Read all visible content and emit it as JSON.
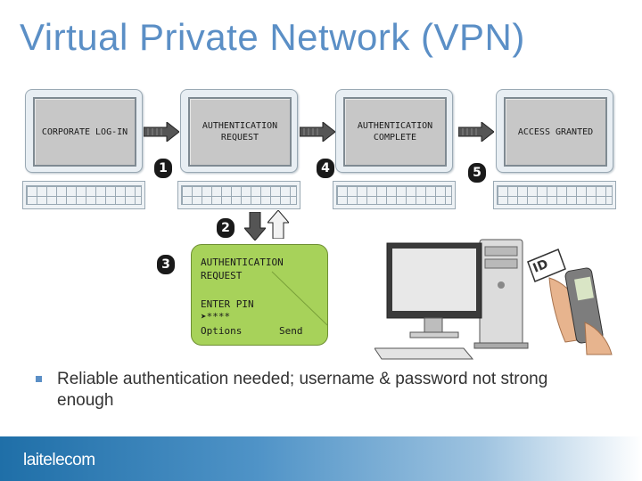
{
  "title": "Virtual Private Network (VPN)",
  "screens": {
    "s1": "CORPORATE LOG-IN",
    "s2": "AUTHENTICATION REQUEST",
    "s3": "AUTHENTICATION COMPLETE",
    "s4": "ACCESS GRANTED"
  },
  "steps": [
    "1",
    "2",
    "3",
    "4",
    "5"
  ],
  "phone": {
    "line1": "AUTHENTICATION REQUEST",
    "line2": "ENTER PIN",
    "pin_prefix": "➤",
    "pin": "****",
    "options": "Options",
    "send": "Send"
  },
  "id_card_label": "ID",
  "bullet": "Reliable authentication needed; username & password not strong enough",
  "footer": {
    "logo": "laitelecom"
  },
  "colors": {
    "title": "#5b8fc6",
    "phone_screen": "#a7d25a",
    "footer": "#1f6fa8"
  }
}
